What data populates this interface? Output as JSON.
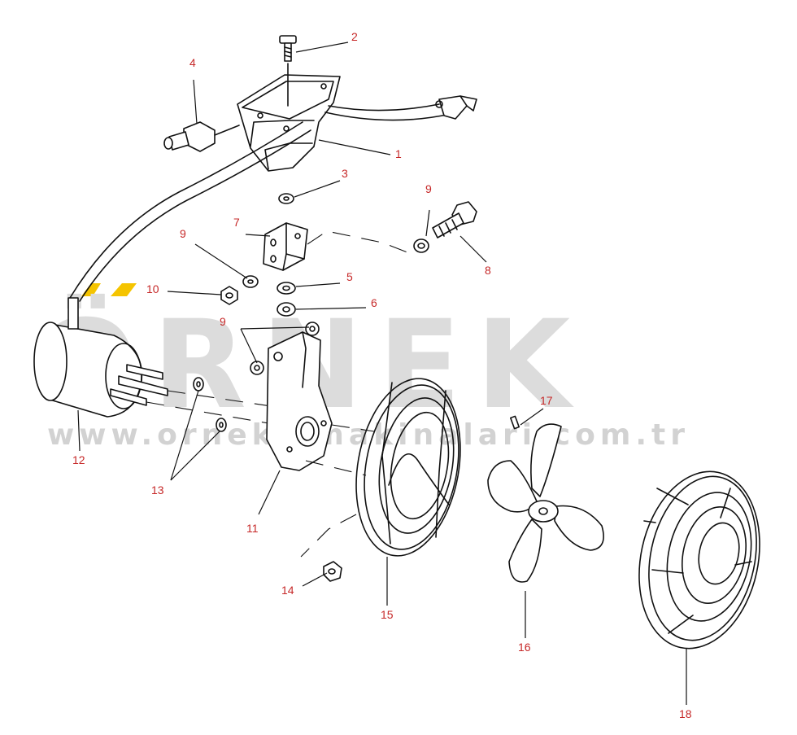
{
  "watermark": {
    "brand": "ÖRNEK",
    "url": "www.ornekismakinalari.com.tr",
    "accent_color": "#f5c400",
    "text_color": "#d8d8d8"
  },
  "label_color": "#c62828",
  "callouts": [
    {
      "id": "1",
      "text": "1"
    },
    {
      "id": "2",
      "text": "2"
    },
    {
      "id": "3",
      "text": "3"
    },
    {
      "id": "4",
      "text": "4"
    },
    {
      "id": "5",
      "text": "5"
    },
    {
      "id": "6",
      "text": "6"
    },
    {
      "id": "7",
      "text": "7"
    },
    {
      "id": "8",
      "text": "8"
    },
    {
      "id": "9a",
      "text": "9"
    },
    {
      "id": "9b",
      "text": "9"
    },
    {
      "id": "9c",
      "text": "9"
    },
    {
      "id": "10",
      "text": "10"
    },
    {
      "id": "11",
      "text": "11"
    },
    {
      "id": "12",
      "text": "12"
    },
    {
      "id": "13",
      "text": "13"
    },
    {
      "id": "14",
      "text": "14"
    },
    {
      "id": "15",
      "text": "15"
    },
    {
      "id": "16",
      "text": "16"
    },
    {
      "id": "17",
      "text": "17"
    },
    {
      "id": "18",
      "text": "18"
    }
  ]
}
